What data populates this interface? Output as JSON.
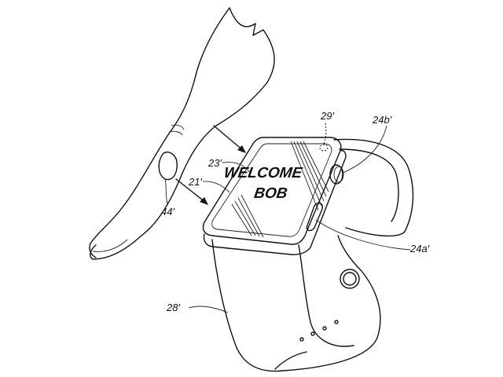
{
  "figure": {
    "screen_text": {
      "line1": "WELCOME",
      "line2": "BOB"
    },
    "labels": {
      "sensor": "29′",
      "crown": "24b′",
      "display": "23′",
      "housing": "21′",
      "finger": "44′",
      "button": "24a′",
      "band": "28′"
    }
  }
}
